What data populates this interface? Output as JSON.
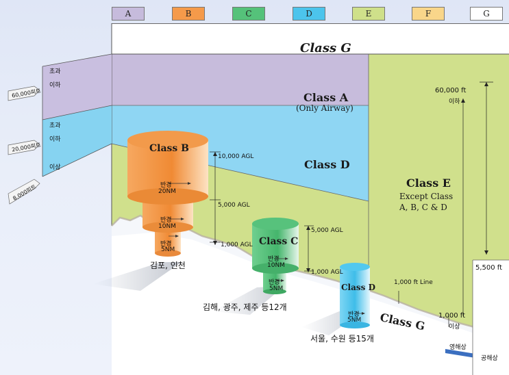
{
  "legend": [
    {
      "label": "A",
      "color": "#c6bbdc"
    },
    {
      "label": "B",
      "color": "#f59a4a"
    },
    {
      "label": "C",
      "color": "#55c27a"
    },
    {
      "label": "D",
      "color": "#4cc4ec"
    },
    {
      "label": "E",
      "color": "#cfe08a"
    },
    {
      "label": "F",
      "color": "#f9d68a"
    },
    {
      "label": "G",
      "color": "#ffffff"
    }
  ],
  "classes": {
    "g_top": "Class G",
    "a_name": "Class A",
    "a_note": "(Only Airway)",
    "d_name": "Class D",
    "e_name": "Class E",
    "e_note_1": "Except Class",
    "e_note_2": "A, B, C & D",
    "g_bottom": "Class G"
  },
  "side_labels": {
    "ft60000": "60,000피트",
    "ft20000": "20,000피트",
    "ft8000": "8,000피트",
    "over_top": "초과",
    "under_top": "이하",
    "over_mid": "초과",
    "under_mid": "이하",
    "above_low": "이상"
  },
  "right_labels": {
    "ft60000": "60,000 ft",
    "under": "이하",
    "ft1000": "1,000 ft",
    "above": "이상",
    "line1000": "1,000 ft Line",
    "ft5500": "5,500 ft",
    "territorial": "영해상",
    "international": "공해상"
  },
  "class_b": {
    "title": "Class B",
    "r1_word": "반경",
    "r1_value": "20NM",
    "r2_word": "반경",
    "r2_value": "10NM",
    "r3_word": "반경",
    "r3_value": "5NM",
    "agl_10000": "10,000 AGL",
    "agl_5000": "5,000 AGL",
    "agl_1000": "1,000 AGL",
    "airports": "김포, 인천"
  },
  "class_c": {
    "title": "Class C",
    "r1_word": "반경",
    "r1_value": "10NM",
    "r2_word": "반경",
    "r2_value": "5NM",
    "agl_5000": "5,000 AGL",
    "agl_1000": "1,000 AGL",
    "airports": "김해, 광주, 제주 등12개"
  },
  "class_d": {
    "title": "Class D",
    "r1_word": "반경",
    "r1_value": "5NM",
    "airports": "서울, 수원 등15개"
  }
}
